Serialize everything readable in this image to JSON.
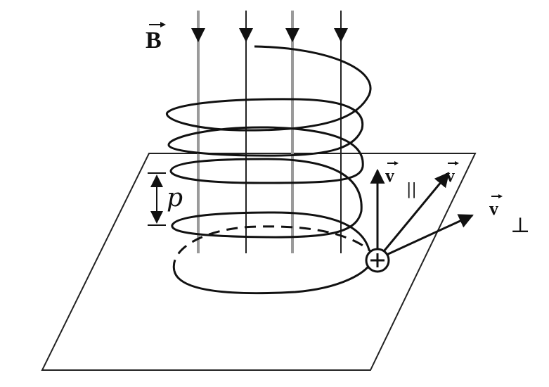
{
  "diagram": {
    "labels": {
      "field": "B",
      "pitch": "p",
      "v_parallel": "v",
      "v_parallel_sub": "||",
      "velocity": "v",
      "v_perp": "v",
      "v_perp_sub": "⊥",
      "charge": "+"
    },
    "colors": {
      "ink": "#111111",
      "field_line": "#222222",
      "field_line_back": "#9a9a9a",
      "plane": "#222222"
    },
    "icons": {
      "field_arrow": "down-arrowhead",
      "charge": "circled-plus"
    }
  }
}
